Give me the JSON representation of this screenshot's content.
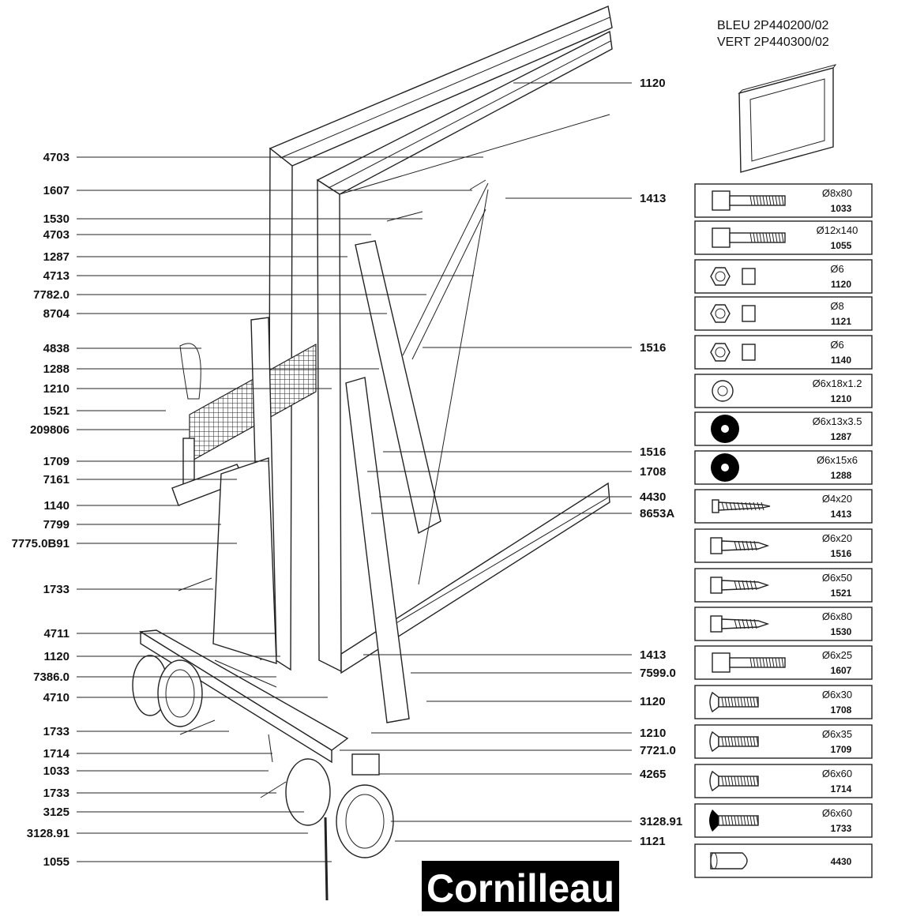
{
  "header": {
    "line1": "BLEU 2P440200/02",
    "line2": "VERT 2P440300/02"
  },
  "brand": "Cornilleau",
  "left_labels": [
    "4703",
    "1607",
    "1530",
    "4703",
    "1287",
    "4713",
    "7782.0",
    "8704",
    "4838",
    "1288",
    "1210",
    "1521",
    "209806",
    "1709",
    "7161",
    "1140",
    "7799",
    "7775.0B91",
    "1733",
    "4711",
    "1120",
    "7386.0",
    "4710",
    "1733",
    "1714",
    "1033",
    "1733",
    "3125",
    "3128.91",
    "1055"
  ],
  "right_labels": [
    "1120",
    "1413",
    "1516",
    "1516",
    "1708",
    "4430",
    "8653A",
    "1413",
    "7599.0",
    "1120",
    "1210",
    "7721.0",
    "4265",
    "3128.91",
    "1121"
  ],
  "parts": [
    {
      "spec": "Ø8x80",
      "code": "1033",
      "icon": "hex-bolt-icon"
    },
    {
      "spec": "Ø12x140",
      "code": "1055",
      "icon": "hex-bolt-icon"
    },
    {
      "spec": "Ø6",
      "code": "1120",
      "icon": "hex-nut-icon"
    },
    {
      "spec": "Ø8",
      "code": "1121",
      "icon": "hex-nut-icon"
    },
    {
      "spec": "Ø6",
      "code": "1140",
      "icon": "hex-nut-icon"
    },
    {
      "spec": "Ø6x18x1.2",
      "code": "1210",
      "icon": "flat-washer-icon"
    },
    {
      "spec": "Ø6x13x3.5",
      "code": "1287",
      "icon": "black-washer-icon"
    },
    {
      "spec": "Ø6x15x6",
      "code": "1288",
      "icon": "black-washer-icon"
    },
    {
      "spec": "Ø4x20",
      "code": "1413",
      "icon": "wood-screw-icon"
    },
    {
      "spec": "Ø6x20",
      "code": "1516",
      "icon": "lag-screw-icon"
    },
    {
      "spec": "Ø6x50",
      "code": "1521",
      "icon": "lag-screw-icon"
    },
    {
      "spec": "Ø6x80",
      "code": "1530",
      "icon": "lag-screw-icon"
    },
    {
      "spec": "Ø6x25",
      "code": "1607",
      "icon": "machine-bolt-icon"
    },
    {
      "spec": "Ø6x30",
      "code": "1708",
      "icon": "carriage-bolt-icon"
    },
    {
      "spec": "Ø6x35",
      "code": "1709",
      "icon": "carriage-bolt-icon"
    },
    {
      "spec": "Ø6x60",
      "code": "1714",
      "icon": "carriage-bolt-icon"
    },
    {
      "spec": "Ø6x60",
      "code": "1733",
      "icon": "black-head-bolt-icon"
    },
    {
      "spec": "",
      "code": "4430",
      "icon": "end-cap-icon"
    }
  ]
}
